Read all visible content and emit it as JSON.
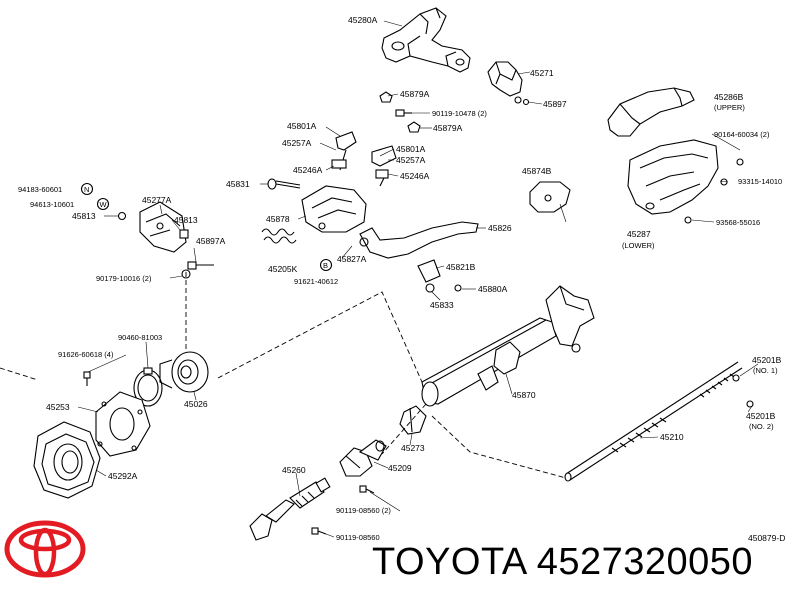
{
  "diagram_code": "450879-D",
  "footer": {
    "brand": "TOYOTA",
    "part_number": "4527320050"
  },
  "logo": {
    "name": "Toyota logo",
    "color": "#e31b23"
  },
  "callouts": [
    {
      "id": "c1",
      "text": "45280A"
    },
    {
      "id": "c2",
      "text": "45271"
    },
    {
      "id": "c3",
      "text": "45879A"
    },
    {
      "id": "c4",
      "text": "45897"
    },
    {
      "id": "c5",
      "text": "90119-10478 (2)"
    },
    {
      "id": "c6",
      "text": "45879A"
    },
    {
      "id": "c7",
      "text": "45286B"
    },
    {
      "id": "c8",
      "text": "(UPPER)"
    },
    {
      "id": "c9",
      "text": "45801A"
    },
    {
      "id": "c10",
      "text": "45257A"
    },
    {
      "id": "c11",
      "text": "45801A"
    },
    {
      "id": "c12",
      "text": "45257A"
    },
    {
      "id": "c13",
      "text": "45246A"
    },
    {
      "id": "c14",
      "text": "45246A"
    },
    {
      "id": "c15",
      "text": "90164-60034 (2)"
    },
    {
      "id": "c16",
      "text": "45874B"
    },
    {
      "id": "c17",
      "text": "93315-14010"
    },
    {
      "id": "c18",
      "text": "94183-60601"
    },
    {
      "id": "c19",
      "text": "94613-10601"
    },
    {
      "id": "c20",
      "text": "45813"
    },
    {
      "id": "c21",
      "text": "45277A"
    },
    {
      "id": "c22",
      "text": "45831"
    },
    {
      "id": "c23",
      "text": "45813"
    },
    {
      "id": "c24",
      "text": "45878"
    },
    {
      "id": "c25",
      "text": "45826"
    },
    {
      "id": "c26",
      "text": "45287"
    },
    {
      "id": "c27",
      "text": "(LOWER)"
    },
    {
      "id": "c28",
      "text": "93568-55016"
    },
    {
      "id": "c29",
      "text": "45897A"
    },
    {
      "id": "c30",
      "text": "45205K"
    },
    {
      "id": "c31",
      "text": "45827A"
    },
    {
      "id": "c32",
      "text": "45821B"
    },
    {
      "id": "c33",
      "text": "90179-10016 (2)"
    },
    {
      "id": "c34",
      "text": "91621-40612"
    },
    {
      "id": "c35",
      "text": "45880A"
    },
    {
      "id": "c36",
      "text": "45833"
    },
    {
      "id": "c37",
      "text": "90460-81003"
    },
    {
      "id": "c38",
      "text": "91626-60618 (4)"
    },
    {
      "id": "c39",
      "text": "45201B"
    },
    {
      "id": "c40",
      "text": "(NO. 1)"
    },
    {
      "id": "c41",
      "text": "45870"
    },
    {
      "id": "c42",
      "text": "45253"
    },
    {
      "id": "c43",
      "text": "45026"
    },
    {
      "id": "c44",
      "text": "45201B"
    },
    {
      "id": "c45",
      "text": "(NO. 2)"
    },
    {
      "id": "c46",
      "text": "45210"
    },
    {
      "id": "c47",
      "text": "45273"
    },
    {
      "id": "c48",
      "text": "45292A"
    },
    {
      "id": "c49",
      "text": "45260"
    },
    {
      "id": "c50",
      "text": "45209"
    },
    {
      "id": "c51",
      "text": "90119-08560 (2)"
    },
    {
      "id": "c52",
      "text": "90119-08560"
    }
  ],
  "circle_symbols": [
    {
      "id": "s1",
      "text": "N"
    },
    {
      "id": "s2",
      "text": "W"
    },
    {
      "id": "s3",
      "text": "B"
    }
  ]
}
